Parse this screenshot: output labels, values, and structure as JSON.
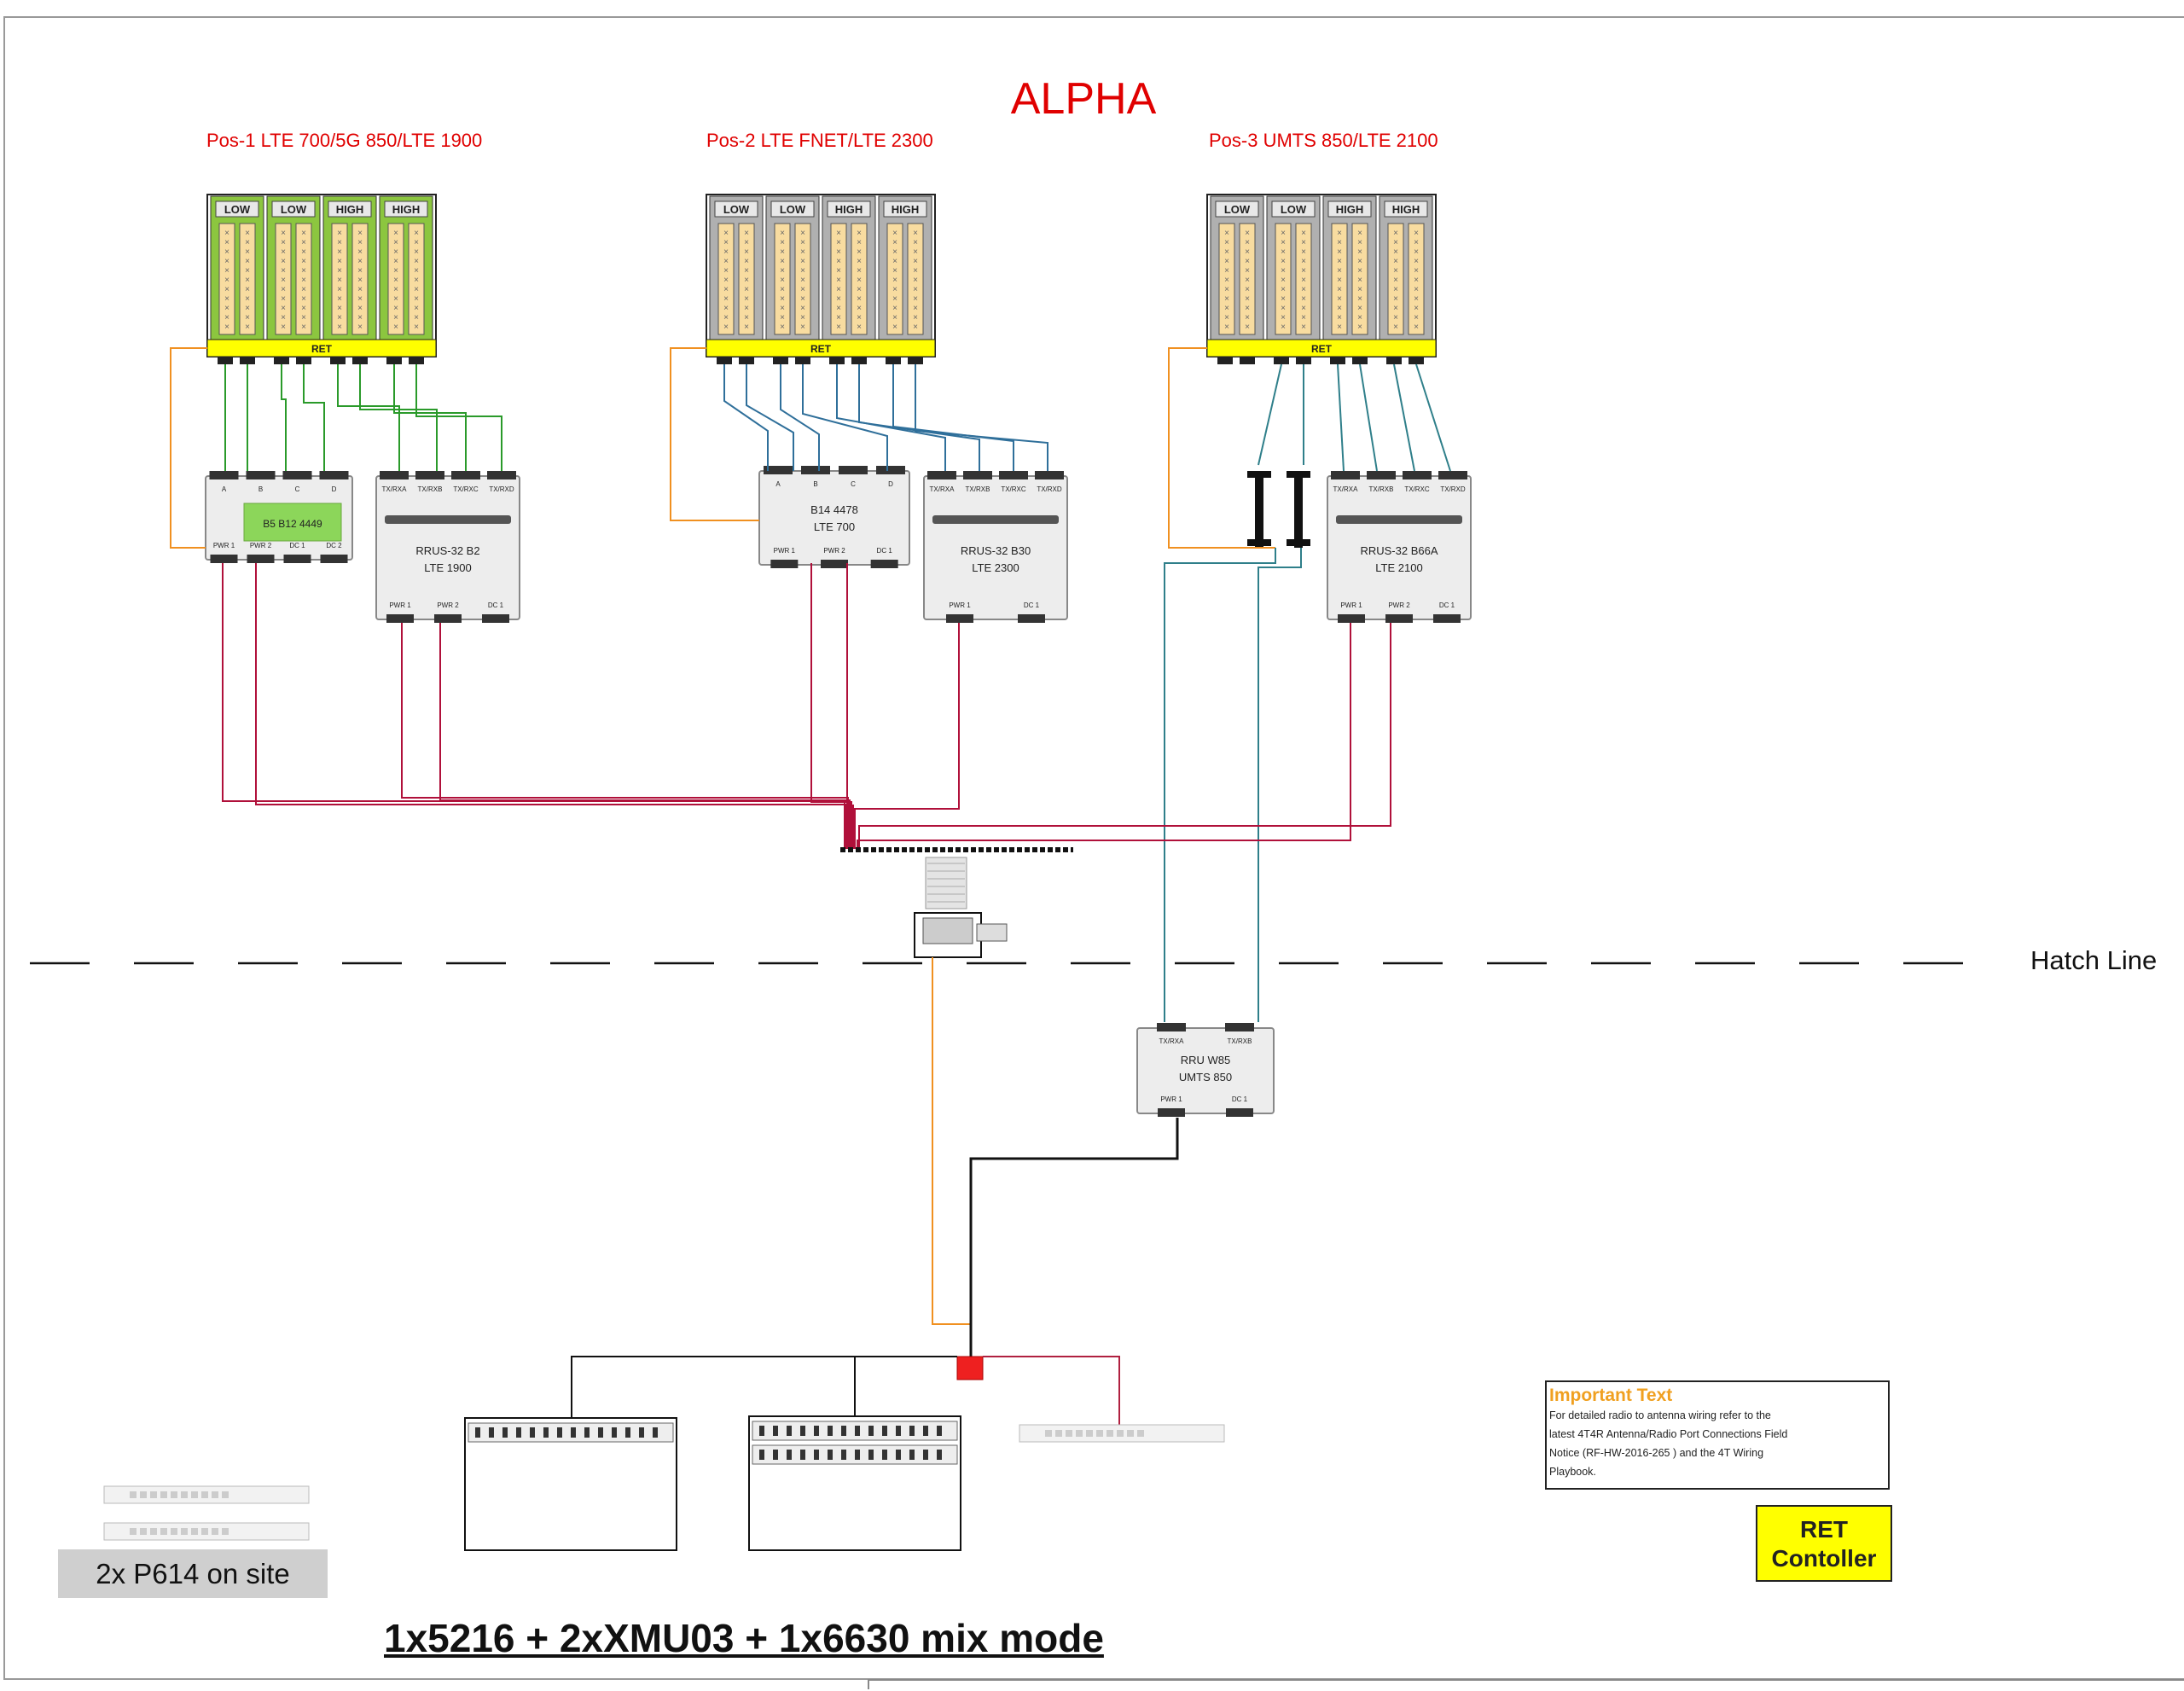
{
  "title": "ALPHA",
  "positions": [
    {
      "title": "Pos-1 LTE 700/5G 850/LTE 1900",
      "panel_color": "#8cc63f",
      "band_labels": [
        "LOW",
        "LOW",
        "HIGH",
        "HIGH"
      ],
      "ret_label": "RET",
      "radios": [
        {
          "port_labels": [
            "A",
            "B",
            "C",
            "D"
          ],
          "display": "B5 B12 4449",
          "bottom_ports": [
            "PWR 1",
            "PWR 2",
            "DC 1",
            "DC 2"
          ]
        },
        {
          "port_labels": [
            "TX/RXA",
            "TX/RXB",
            "TX/RXC",
            "TX/RXD"
          ],
          "line1": "RRUS-32 B2",
          "line2": "LTE 1900",
          "bottom_ports": [
            "PWR 1",
            "PWR 2",
            "DC 1"
          ]
        }
      ]
    },
    {
      "title": "Pos-2 LTE FNET/LTE 2300",
      "panel_color": "#b0b0b0",
      "band_labels": [
        "LOW",
        "LOW",
        "HIGH",
        "HIGH"
      ],
      "ret_label": "RET",
      "radios": [
        {
          "port_labels": [
            "A",
            "B",
            "C",
            "D"
          ],
          "line1": "B14 4478",
          "line2": "LTE 700",
          "bottom_ports": [
            "PWR 1",
            "PWR 2",
            "DC 1"
          ]
        },
        {
          "port_labels": [
            "TX/RXA",
            "TX/RXB",
            "TX/RXC",
            "TX/RXD"
          ],
          "line1": "RRUS-32 B30",
          "line2": "LTE 2300",
          "bottom_ports": [
            "PWR 1",
            "DC 1"
          ]
        }
      ]
    },
    {
      "title": "Pos-3 UMTS 850/LTE 2100",
      "panel_color": "#b0b0b0",
      "band_labels": [
        "LOW",
        "LOW",
        "HIGH",
        "HIGH"
      ],
      "ret_label": "RET",
      "radios": [
        {
          "port_labels": [
            "TX/RXA",
            "TX/RXB",
            "TX/RXC",
            "TX/RXD"
          ],
          "line1": "RRUS-32 B66A",
          "line2": "LTE 2100",
          "bottom_ports": [
            "PWR 1",
            "PWR 2",
            "DC 1"
          ]
        }
      ]
    }
  ],
  "ground_radio": {
    "port_labels": [
      "TX/RXA",
      "TX/RXB"
    ],
    "line1": "RRU W85",
    "line2": "UMTS 850",
    "bottom_ports": [
      "PWR 1",
      "DC 1"
    ]
  },
  "hatch_label": "Hatch Line",
  "summary": "1x5216 + 2xXMU03 + 1x6630 mix mode",
  "onsite": "2x P614 on site",
  "ret_controller": {
    "line1": "RET",
    "line2": "Contoller"
  },
  "note": {
    "heading": "Important Text",
    "lines": [
      "For detailed radio to antenna wiring refer to the",
      "latest 4T4R Antenna/Radio Port Connections Field",
      "Notice (RF-HW-2016-265 ) and the 4T Wiring",
      "Playbook."
    ]
  },
  "colors": {
    "title_red": "#e00000",
    "green_jumper": "#2a9a2a",
    "blue_jumper": "#2f6f9a",
    "teal_jumper": "#2f7f8a",
    "power_cable": "#b0103a",
    "orange_cable": "#f09020",
    "ret_yellow": "#ffff00",
    "antenna_cream": "#f8dca0"
  }
}
